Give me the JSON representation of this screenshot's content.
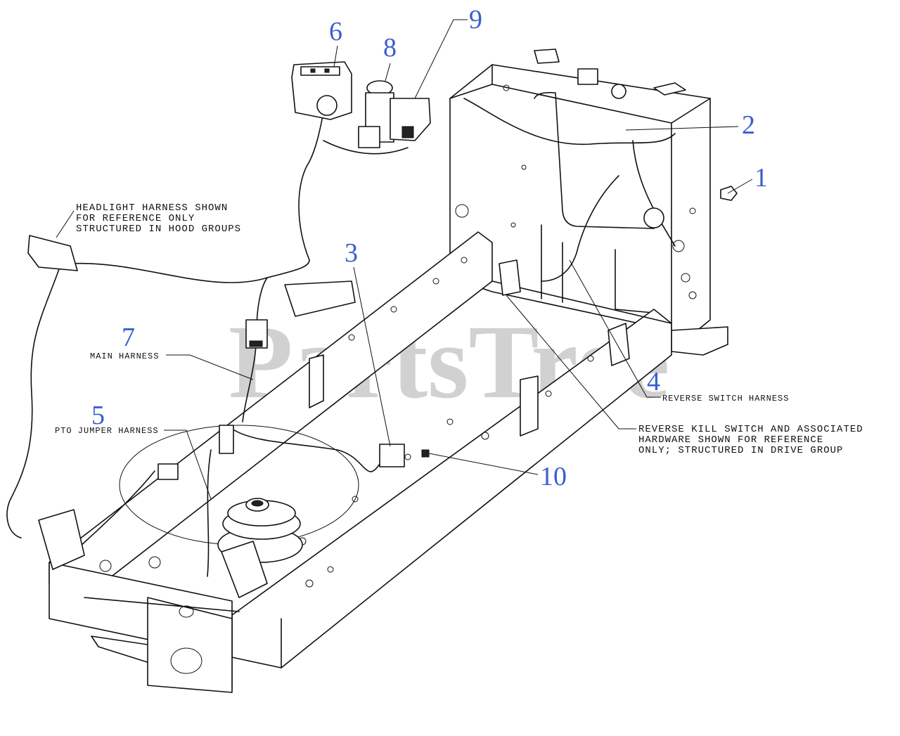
{
  "watermark": {
    "text": "PartsTree",
    "mark": "™"
  },
  "accent_color": "#3a5fcd",
  "callouts": {
    "c1": "1",
    "c2": "2",
    "c3": "3",
    "c4": "4",
    "c5": "5",
    "c6": "6",
    "c7": "7",
    "c8": "8",
    "c9": "9",
    "c10": "10"
  },
  "notes": {
    "headlight": [
      "HEADLIGHT HARNESS SHOWN",
      "FOR REFERENCE ONLY",
      "STRUCTURED IN HOOD GROUPS"
    ],
    "main_harness": "MAIN HARNESS",
    "pto_jumper": "PTO JUMPER HARNESS",
    "reverse_switch": "REVERSE SWITCH HARNESS",
    "reverse_kill": [
      "REVERSE KILL SWITCH AND ASSOCIATED",
      "HARDWARE SHOWN FOR REFERENCE",
      "ONLY; STRUCTURED IN DRIVE GROUP"
    ]
  }
}
